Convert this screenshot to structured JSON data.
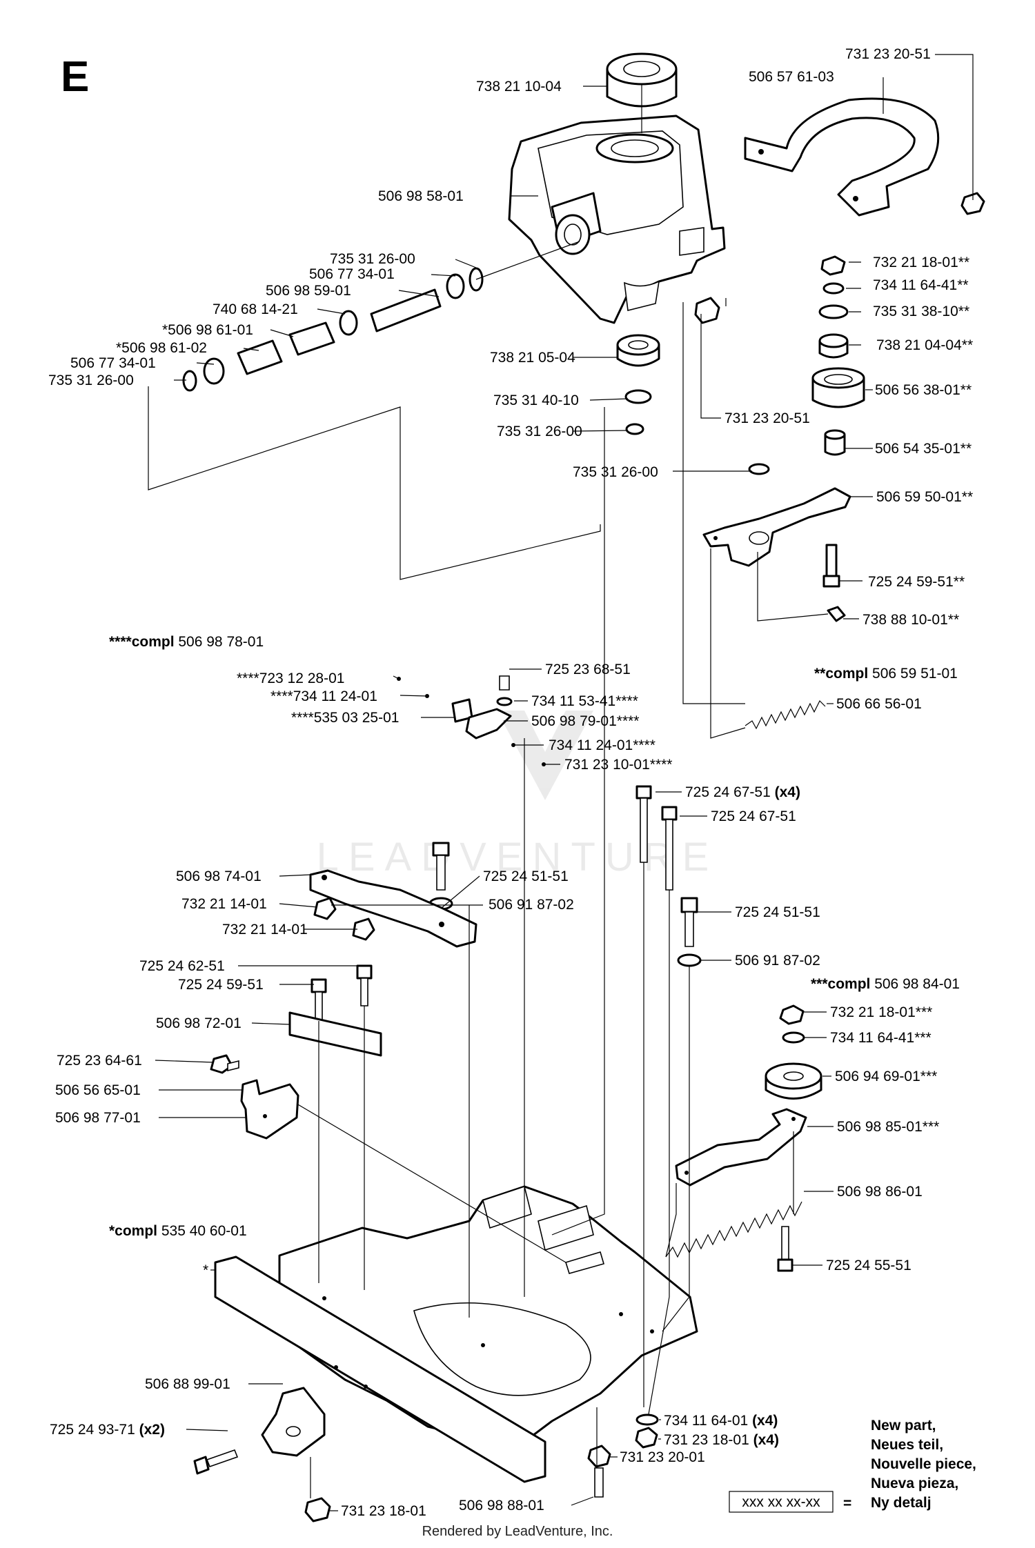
{
  "diagram": {
    "section_letter": "E",
    "footer": "Rendered by LeadVenture, Inc.",
    "watermark": "LEADVENTURE",
    "legend": {
      "placeholder": "xxx xx xx-xx",
      "equals": "=",
      "lines": [
        "New part,",
        "Neues teil,",
        "Nouvelle piece,",
        "Nueva pieza,",
        "Ny detalj"
      ]
    },
    "kits": {
      "k4": {
        "prefix": "****compl",
        "number": "506 98 78-01"
      },
      "k2": {
        "prefix": "**compl",
        "number": "506 59 51-01"
      },
      "k3": {
        "prefix": "***compl",
        "number": "506 98 84-01"
      },
      "k1": {
        "prefix": "*compl",
        "number": "535 40 60-01"
      }
    },
    "labels": {
      "p01": "731 23 20-51",
      "p02": "506 57 61-03",
      "p03": "738 21 10-04",
      "p04": "506 98 58-01",
      "p05": "735 31 26-00",
      "p06": "506 77 34-01",
      "p07": "506 98 59-01",
      "p08": "740 68 14-21",
      "p09": "*506 98 61-01",
      "p10": "*506 98 61-02",
      "p11": "506 77 34-01",
      "p12": "735 31 26-00",
      "p13": "738 21 05-04",
      "p14": "735 31 40-10",
      "p15": "735 31 26-00",
      "p16": "731 23 20-51",
      "p17": "732 21 18-01**",
      "p18": "734 11 64-41**",
      "p19": "735 31 38-10**",
      "p20": "738 21 04-04**",
      "p21": "506 56 38-01**",
      "p22": "506 54 35-01**",
      "p23": "735 31 26-00",
      "p24": "506 59 50-01**",
      "p25": "725 24 59-51**",
      "p26": "738 88 10-01**",
      "p27": "****723 12 28-01",
      "p28": "725 23 68-51",
      "p29": "****734 11 24-01",
      "p30": "734 11 53-41****",
      "p31": "****535 03 25-01",
      "p32": "506 98 79-01****",
      "p33": "734 11 24-01****",
      "p34": "731 23 10-01****",
      "p35": "506 66 56-01",
      "p36a": "725 24 67-51",
      "p36b": "(x4)",
      "p37": "725 24 67-51",
      "p38": "506 98 74-01",
      "p39": "725 24 51-51",
      "p40": "732 21 14-01",
      "p41": "506 91 87-02",
      "p42": "732 21 14-01",
      "p43": "725 24 51-51",
      "p44": "506 91 87-02",
      "p45": "725 24 62-51",
      "p46": "725 24 59-51",
      "p47": "506 98 72-01",
      "p48": "732 21 18-01***",
      "p49": "734 11 64-41***",
      "p50": "725 23 64-61",
      "p51": "506 94 69-01***",
      "p52": "506 56 65-01",
      "p53": "506 98 77-01",
      "p54": "506 98 85-01***",
      "p55": "506 98 86-01",
      "p56": "725 24 55-51",
      "p57": "*",
      "p58": "506 88 99-01",
      "p59a": "734 11 64-01",
      "p59b": "(x4)",
      "p60a": "725 24 93-71",
      "p60b": "(x2)",
      "p61a": "731 23 18-01",
      "p61b": "(x4)",
      "p62": "731 23 20-01",
      "p63": "731 23 18-01",
      "p64": "506 98 88-01"
    }
  }
}
